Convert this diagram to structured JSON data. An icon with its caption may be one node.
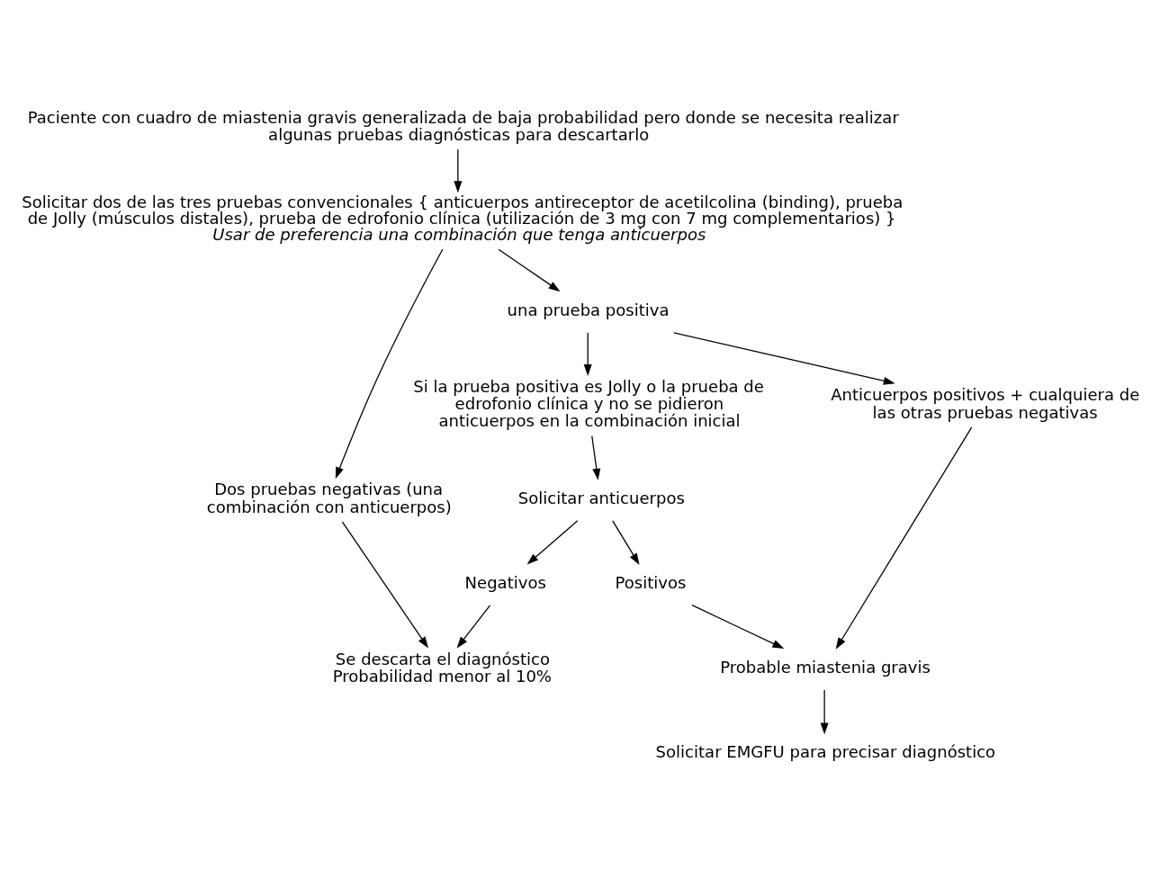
{
  "diagram": {
    "nodes": [
      {
        "text": [
          "Paciente con cuadro de miastenia gravis generalizada de baja probabilidad pero donde se necesita realizar algunas pruebas diagnósticas para descartarlo"
        ]
      },
      {
        "text": [
          "Solicitar dos de las tres pruebas convencionales { anticuerpos antireceptor de acetilcolina (binding), prueba de Jolly (músculos distales), prueba de edrofonio clínica (utilización de 3 mg con 7 mg complementarios) }",
          "Usar de preferencia una combinación que tenga anticuerpos"
        ]
      },
      {
        "text": [
          "Dos pruebas negativas (una combinación con anticuerpos)"
        ]
      },
      {
        "text": [
          "una prueba positiva"
        ]
      },
      {
        "text": [
          "Si la prueba positiva es Jolly o la prueba de edrofonio clínica y no se pidieron anticuerpos en la combinación inicial"
        ]
      },
      {
        "text": [
          "Anticuerpos positivos + cualquiera de las otras pruebas negativas"
        ]
      },
      {
        "text": [
          "Solicitar anticuerpos"
        ]
      },
      {
        "text": [
          "Negativos"
        ]
      },
      {
        "text": [
          "Positivos"
        ]
      },
      {
        "text": [
          "Probable miastenia gravis"
        ]
      },
      {
        "text": [
          "Se descarta el diagnóstico",
          "Probabilidad menor al 10%"
        ]
      },
      {
        "text": [
          "Solicitar EMGFU para precisar diagnóstico"
        ]
      }
    ],
    "edges": [
      {
        "from": 0,
        "to": 1,
        "arrow": "to"
      },
      {
        "from": 1,
        "to": 2,
        "arrow": "to"
      },
      {
        "from": 1,
        "to": 3,
        "arrow": "to"
      },
      {
        "from": 3,
        "to": 4,
        "arrow": "to"
      },
      {
        "from": 3,
        "to": 5,
        "arrow": "to"
      },
      {
        "from": 2,
        "to": 10,
        "arrow": "to"
      },
      {
        "from": 4,
        "to": 6,
        "arrow": "to"
      },
      {
        "from": 6,
        "to": 7,
        "arrow": "to"
      },
      {
        "from": 6,
        "to": 8,
        "arrow": "to"
      },
      {
        "from": 7,
        "to": 10,
        "arrow": "to"
      },
      {
        "from": 8,
        "to": 9,
        "arrow": "to"
      },
      {
        "from": 5,
        "to": 9,
        "arrow": "to"
      },
      {
        "from": 9,
        "to": 11,
        "arrow": "to"
      }
    ]
  }
}
